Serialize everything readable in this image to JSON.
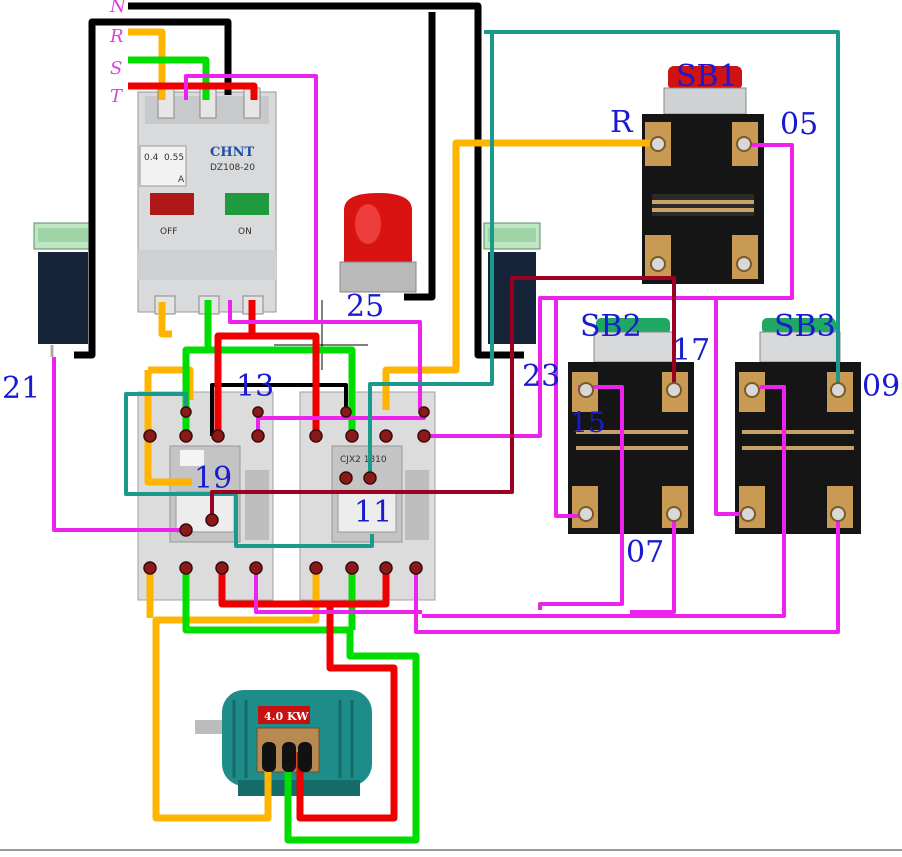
{
  "colors": {
    "wire_black": "#000000",
    "wire_yellow": "#ffb400",
    "wire_green": "#00dd00",
    "wire_red": "#ee0000",
    "wire_magenta": "#ee22ee",
    "wire_teal": "#1a9a8a",
    "wire_darkred": "#990022",
    "label": "#1a1ad0"
  },
  "phases": {
    "n": "N",
    "r": "R",
    "s": "S",
    "t": "T"
  },
  "breaker": {
    "brand": "CHNT",
    "model": "DZ108-20",
    "off_label": "OFF",
    "on_label": "ON",
    "unit": "A",
    "range_min": "0.4",
    "range_max": "0.55"
  },
  "contactor": {
    "model": "CJX2 1810"
  },
  "motor": {
    "rating": "4.0 KW"
  },
  "buttons": {
    "sb1": "SB1",
    "sb2": "SB2",
    "sb3": "SB3"
  },
  "terminals": {
    "r": "R",
    "t05": "05",
    "t17": "17",
    "t15": "15",
    "t07": "07",
    "t09": "09",
    "t25": "25",
    "t13": "13",
    "t19": "19",
    "t11": "11",
    "t21": "21",
    "t23": "23"
  }
}
